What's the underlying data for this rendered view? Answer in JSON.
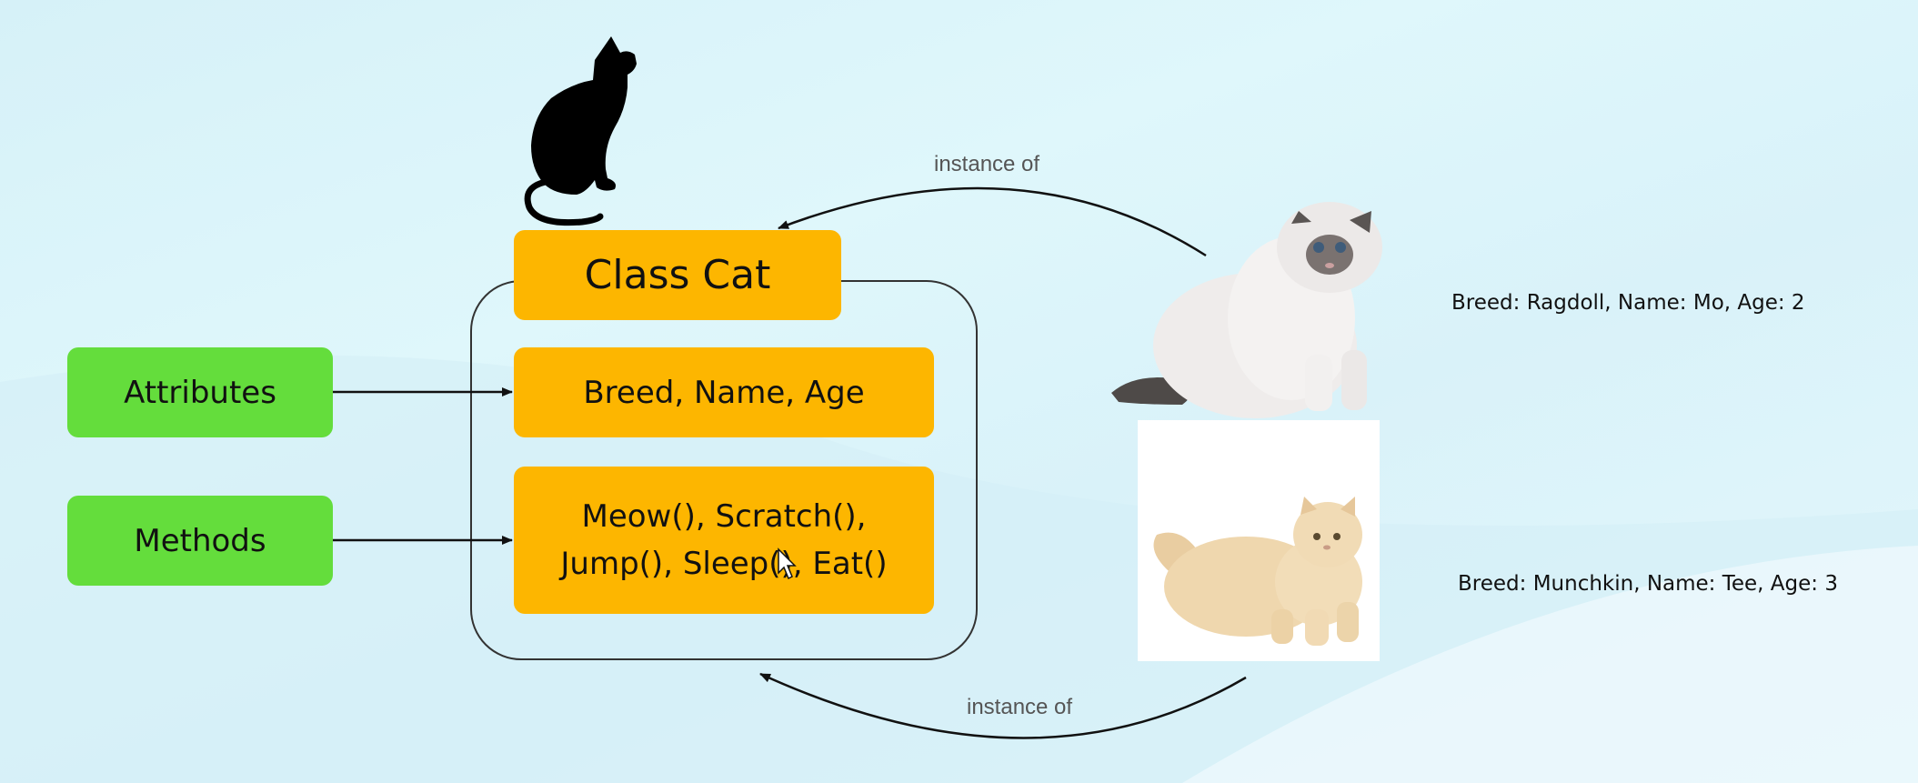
{
  "diagram": {
    "class_title": "Class Cat",
    "attributes_label": "Attributes",
    "methods_label": "Methods",
    "attributes_value": "Breed, Name, Age",
    "methods_value_line1": "Meow(), Scratch(),",
    "methods_value_line2": "Jump(), Sleep(), Eat()",
    "top_arrow_caption": "instance of",
    "bottom_arrow_caption": "instance of"
  },
  "instances": [
    {
      "label": "Breed: Ragdoll, Name: Mo, Age: 2"
    },
    {
      "label": "Breed: Munchkin, Name: Tee, Age: 3"
    }
  ],
  "colors": {
    "class_box": "#fdb600",
    "label_box": "#64dd3c",
    "background": "#dff7fb"
  }
}
